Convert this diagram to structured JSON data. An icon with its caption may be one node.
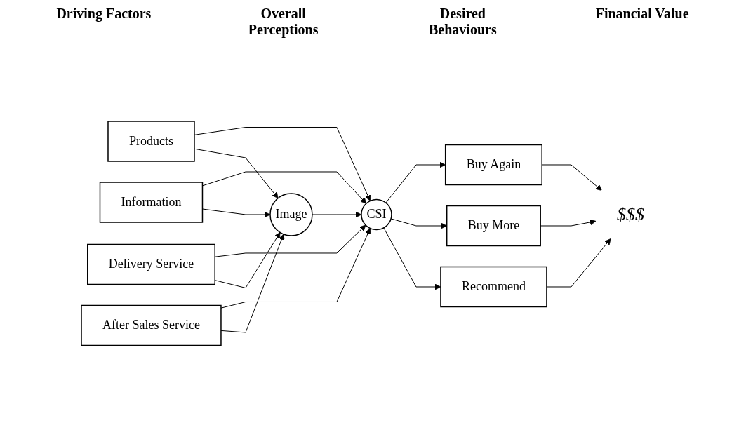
{
  "diagram": {
    "nodes": [
      {
        "text": [
          "Products"
        ]
      },
      {
        "text": [
          "Information"
        ]
      },
      {
        "text": [
          "Delivery Service"
        ]
      },
      {
        "text": [
          "After Sales Service"
        ]
      },
      {
        "text": [
          "CSI"
        ]
      },
      {
        "text": [
          "Image"
        ]
      },
      {
        "text": [
          "Buy Again"
        ]
      },
      {
        "text": [
          "Buy More"
        ]
      },
      {
        "text": [
          "Recommend"
        ]
      },
      {
        "text": [
          "$$$"
        ]
      }
    ],
    "edges": [
      {
        "from": 0,
        "to": 4,
        "arrow": "to"
      },
      {
        "from": 1,
        "to": 4,
        "arrow": "to"
      },
      {
        "from": 2,
        "to": 4,
        "arrow": "to"
      },
      {
        "from": 3,
        "to": 4,
        "arrow": "to"
      },
      {
        "from": 0,
        "to": 5,
        "arrow": "to"
      },
      {
        "from": 1,
        "to": 5,
        "arrow": "to"
      },
      {
        "from": 2,
        "to": 5,
        "arrow": "to"
      },
      {
        "from": 3,
        "to": 5,
        "arrow": "to"
      },
      {
        "from": 5,
        "to": 4,
        "arrow": "to"
      },
      {
        "from": 4,
        "to": 6,
        "arrow": "to"
      },
      {
        "from": 4,
        "to": 7,
        "arrow": "to"
      },
      {
        "from": 4,
        "to": 8,
        "arrow": "to"
      },
      {
        "from": 6,
        "to": 9,
        "arrow": "to"
      },
      {
        "from": 7,
        "to": 9,
        "arrow": "to"
      },
      {
        "from": 8,
        "to": 9,
        "arrow": "to"
      }
    ],
    "labels": [
      "Driving Factors",
      "Overall Perceptions",
      "Desired Behaviours",
      "Financial Value"
    ]
  }
}
